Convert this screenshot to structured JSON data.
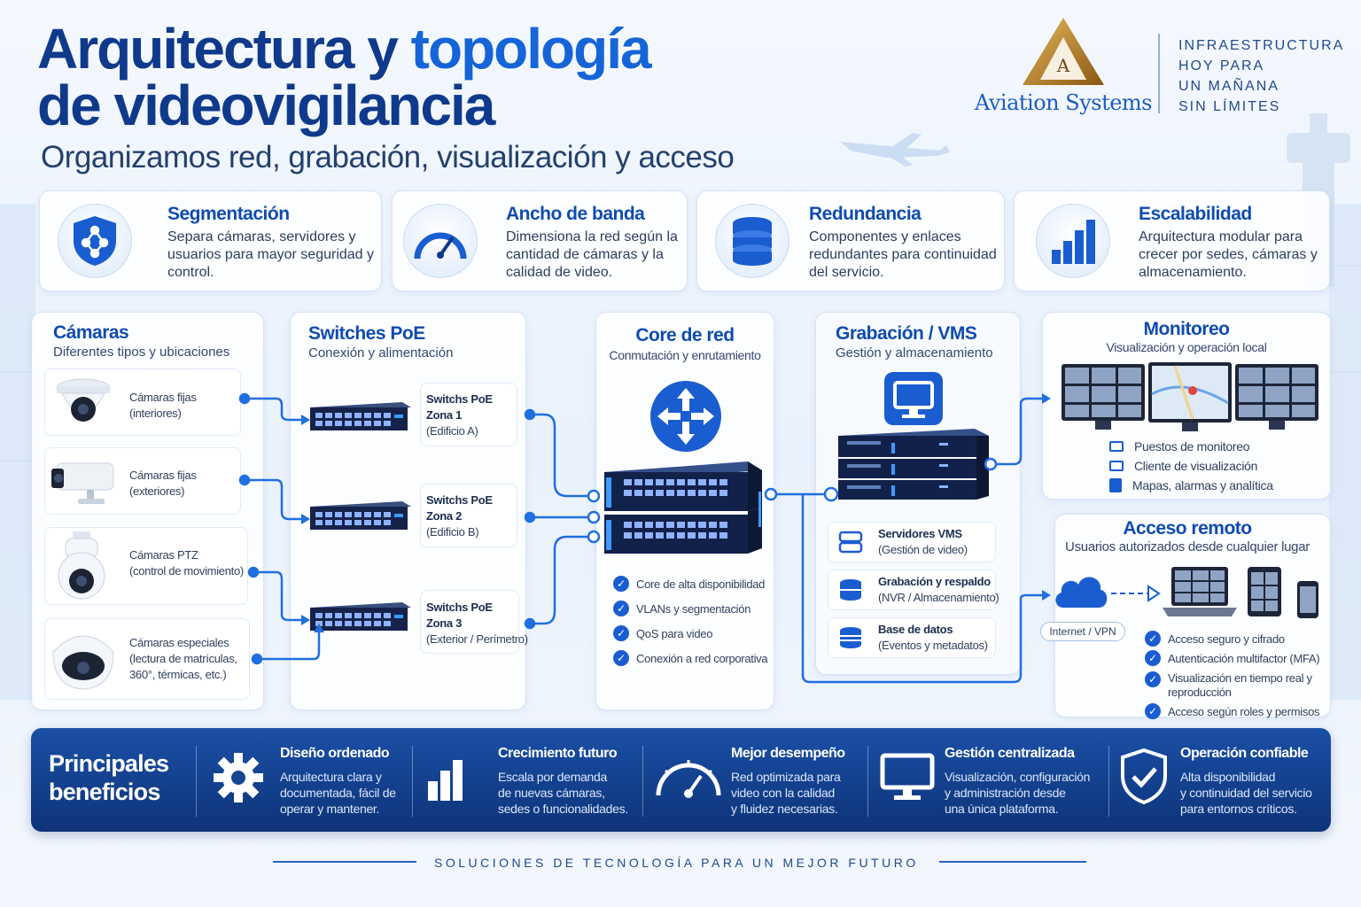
{
  "header": {
    "title_line1_a": "Arquitectura y ",
    "title_line1_b": "topología",
    "title_line2": "de videovigilancia",
    "subtitle": "Organizamos red, grabación, visualización y acceso"
  },
  "brand": {
    "logo_letter": "A",
    "name": "Aviation Systems",
    "tagline": [
      "INFRAESTRUCTURA",
      "HOY PARA",
      "UN MAÑANA",
      "SIN LÍMITES"
    ],
    "colors": {
      "primary": "#0f3a8c",
      "accent": "#1565d8",
      "gold": "#c9891e"
    }
  },
  "features": [
    {
      "icon": "shield-network-icon",
      "title": "Segmentación",
      "desc": "Separa cámaras, servidores y usuarios para mayor seguridad y control."
    },
    {
      "icon": "speedometer-icon",
      "title": "Ancho de banda",
      "desc": "Dimensiona la red según la cantidad de cámaras y la calidad de video."
    },
    {
      "icon": "database-icon",
      "title": "Redundancia",
      "desc": "Componentes y enlaces redundantes para continuidad del servicio."
    },
    {
      "icon": "bar-chart-icon",
      "title": "Escalabilidad",
      "desc": "Arquitectura modular para crecer por sedes, cámaras y almacenamiento."
    }
  ],
  "cameras": {
    "title": "Cámaras",
    "subtitle": "Diferentes tipos y ubicaciones",
    "items": [
      {
        "line1": "Cámaras fijas",
        "line2": "(interiores)",
        "line3": ""
      },
      {
        "line1": "Cámaras fijas",
        "line2": "(exteriores)",
        "line3": ""
      },
      {
        "line1": "Cámaras PTZ",
        "line2": "(control de movimiento)",
        "line3": ""
      },
      {
        "line1": "Cámaras especiales",
        "line2": "(lectura de matrículas,",
        "line3": "360°, térmicas, etc.)"
      }
    ]
  },
  "switches": {
    "title": "Switches PoE",
    "subtitle": "Conexión y alimentación",
    "items": [
      {
        "line1": "Switchs PoE",
        "line2": "Zona 1",
        "line3": "(Edificio A)"
      },
      {
        "line1": "Switchs PoE",
        "line2": "Zona 2",
        "line3": "(Edificio B)"
      },
      {
        "line1": "Switchs PoE",
        "line2": "Zona 3",
        "line3": "(Exterior / Perímetro)"
      }
    ]
  },
  "core": {
    "title": "Core de red",
    "subtitle": "Conmutación y enrutamiento",
    "checks": [
      "Core de alta disponibilidad",
      "VLANs y segmentación",
      "QoS para video",
      "Conexión a red corporativa"
    ]
  },
  "recording": {
    "title": "Grabación / VMS",
    "subtitle": "Gestión y almacenamiento",
    "items": [
      {
        "title": "Servidores VMS",
        "desc": "(Gestión de video)"
      },
      {
        "title": "Grabación y respaldo",
        "desc": "(NVR / Almacenamiento)"
      },
      {
        "title": "Base de datos",
        "desc": "(Eventos y metadatos)"
      }
    ]
  },
  "monitoring": {
    "title": "Monitoreo",
    "subtitle": "Visualización y operación local",
    "items": [
      "Puestos de monitoreo",
      "Cliente de visualización",
      "Mapas, alarmas y analítica"
    ]
  },
  "remote": {
    "title": "Acceso remoto",
    "subtitle": "Usuarios autorizados desde cualquier lugar",
    "cloud_label": "Internet / VPN",
    "checks": [
      "Acceso seguro y cifrado",
      "Autenticación multifactor (MFA)",
      "Visualización en tiempo real y",
      "reproducción",
      "Acceso según roles y permisos"
    ]
  },
  "benefits": {
    "title_line1": "Principales",
    "title_line2": "beneficios",
    "items": [
      {
        "icon": "gear-icon",
        "title": "Diseño ordenado",
        "l1": "Arquitectura clara y",
        "l2": "documentada, fácil de",
        "l3": "operar y mantener."
      },
      {
        "icon": "bar-chart-icon",
        "title": "Crecimiento futuro",
        "l1": "Escala por demanda",
        "l2": "de nuevas cámaras,",
        "l3": "sedes o funcionalidades."
      },
      {
        "icon": "speedometer-icon",
        "title": "Mejor desempeño",
        "l1": "Red optimizada para",
        "l2": "video con la calidad",
        "l3": "y fluidez necesarias."
      },
      {
        "icon": "monitor-icon",
        "title": "Gestión centralizada",
        "l1": "Visualización, configuración",
        "l2": "y administración desde",
        "l3": "una única plataforma."
      },
      {
        "icon": "shield-check-icon",
        "title": "Operación confiable",
        "l1": "Alta disponibilidad",
        "l2": "y continuidad del servicio",
        "l3": "para entornos críticos."
      }
    ]
  },
  "footer": {
    "text": "SOLUCIONES DE TECNOLOGÍA PARA UN MEJOR FUTURO"
  }
}
